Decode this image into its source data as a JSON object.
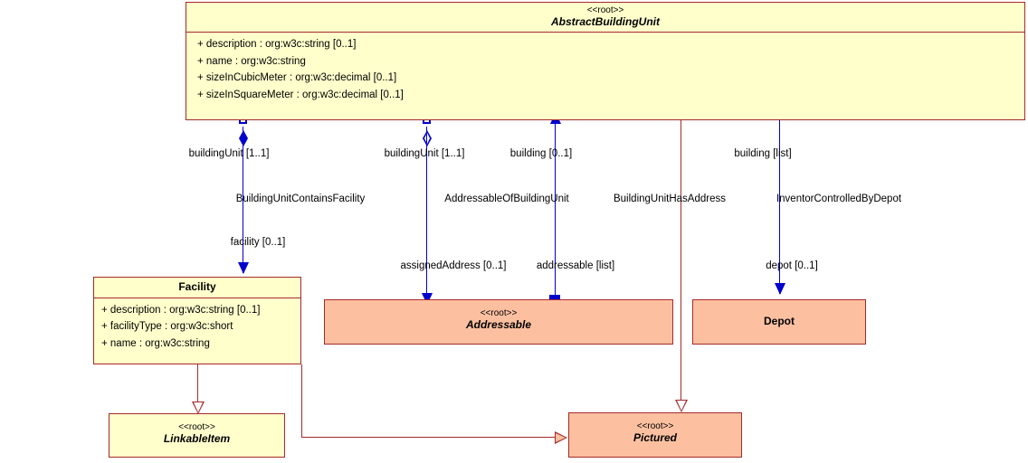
{
  "diagram": {
    "title": "AbstractBuildingUnit UML class diagram",
    "colors": {
      "class_fill_yellow": "#ffffcc",
      "class_fill_orange": "#fcc0a0",
      "class_border": "#a52a2a",
      "association_line": "#0000cc",
      "generalization_line": "#a52a2a",
      "background": "#ffffff"
    }
  },
  "classes": [
    {
      "id": "abstract-building-unit",
      "stereotype": "<<root>>",
      "name": "AbstractBuildingUnit",
      "abstract": true,
      "fill": "yellow",
      "attributes": [
        "+ description : org:w3c:string [0..1]",
        "+ name : org:w3c:string",
        "+ sizeInCubicMeter : org:w3c:decimal [0..1]",
        "+ sizeInSquareMeter : org:w3c:decimal [0..1]"
      ]
    },
    {
      "id": "facility",
      "stereotype": "",
      "name": "Facility",
      "abstract": false,
      "fill": "yellow",
      "attributes": [
        "+ description : org:w3c:string [0..1]",
        "+ facilityType : org:w3c:short",
        "+ name : org:w3c:string"
      ]
    },
    {
      "id": "addressable",
      "stereotype": "<<root>>",
      "name": "Addressable",
      "abstract": true,
      "fill": "orange",
      "attributes": []
    },
    {
      "id": "depot",
      "stereotype": "",
      "name": "Depot",
      "abstract": false,
      "fill": "orange",
      "attributes": []
    },
    {
      "id": "linkable-item",
      "stereotype": "<<root>>",
      "name": "LinkableItem",
      "abstract": true,
      "fill": "yellow",
      "attributes": []
    },
    {
      "id": "pictured",
      "stereotype": "<<root>>",
      "name": "Pictured",
      "abstract": true,
      "fill": "orange",
      "attributes": []
    }
  ],
  "associations": [
    {
      "id": "building-unit-contains-facility",
      "name": "BuildingUnitContainsFacility",
      "source_role": "buildingUnit [1..1]",
      "target_role": "facility [0..1]",
      "kind": "composition"
    },
    {
      "id": "addressable-of-building-unit",
      "name": "AddressableOfBuildingUnit",
      "source_role": "buildingUnit [1..1]",
      "target_role": "assignedAddress [0..1]",
      "kind": "aggregation"
    },
    {
      "id": "building-unit-has-address",
      "name": "BuildingUnitHasAddress",
      "source_role": "building [0..1]",
      "target_role": "addressable [list]",
      "kind": "association"
    },
    {
      "id": "inventor-controlled-by-depot",
      "name": "InventorControlledByDepot",
      "source_role": "building [list]",
      "target_role": "depot [0..1]",
      "kind": "association"
    }
  ],
  "labels": {
    "building_unit_1": "buildingUnit [1..1]",
    "building_unit_2": "buildingUnit [1..1]",
    "building_0_1": "building [0..1]",
    "building_list": "building [list]",
    "assoc_contains_facility": "BuildingUnitContainsFacility",
    "assoc_addressable_of": "AddressableOfBuildingUnit",
    "assoc_has_address": "BuildingUnitHasAddress",
    "assoc_controlled_by_depot": "InventorControlledByDepot",
    "facility_0_1": "facility [0..1]",
    "assigned_address_0_1": "assignedAddress [0..1]",
    "addressable_list": "addressable [list]",
    "depot_0_1": "depot [0..1]"
  }
}
